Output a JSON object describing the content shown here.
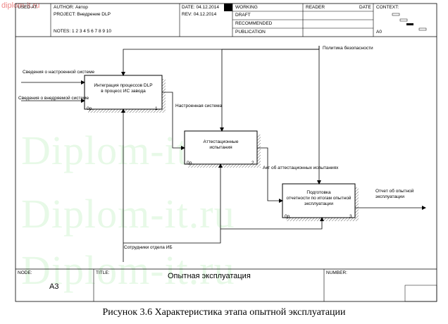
{
  "watermark": {
    "corner": "diplom-it.ru",
    "big": "Diplom-it.ru"
  },
  "header": {
    "used_at": "USED AT:",
    "author": "AUTHOR:  Автор",
    "project": "PROJECT:  Внедрение DLP",
    "notes": "NOTES:  1  2  3  4  5  6  7  8  9  10",
    "date": "DATE:  04.12.2014",
    "rev": "REV:   04.12.2014",
    "status": [
      "WORKING",
      "DRAFT",
      "RECOMMENDED",
      "PUBLICATION"
    ],
    "reader": "READER",
    "reader_date": "DATE",
    "context": "CONTEXT:",
    "context_node": "A0"
  },
  "diagram": {
    "boxes": [
      {
        "label": "Интеграция процессов DLP\nв процесс ИС завода",
        "cost": "0р.",
        "number": "1"
      },
      {
        "label": "Аттестационные\nиспытания",
        "cost": "0р.",
        "number": "2"
      },
      {
        "label": "Подготовка\nотчетности по итогам опытной\nэксплуатации",
        "cost": "0р.",
        "number": "3"
      }
    ],
    "arrows": {
      "input_1": "Сведения о настроенной системе",
      "input_2": "Сведения о внедряемой системе",
      "control": "Политика безопасности",
      "output_1": "Настроенная система",
      "output_2": "Акт об аттестационных испытаниях",
      "output_final": "Отчет об опытной\nэксплуатации",
      "mechanism": "Сотрудники отдела ИБ"
    }
  },
  "footer": {
    "node_label": "NODE:",
    "node_value": "A3",
    "title_label": "TITLE:",
    "title_value": "Опытная  эксплуатация",
    "number_label": "NUMBER:"
  },
  "caption": "Рисунок 3.6 Характеристика этапа опытной эксплуатации",
  "colors": {
    "line": "#000000",
    "shadow": "#888888",
    "watermark": "#78dc78"
  }
}
